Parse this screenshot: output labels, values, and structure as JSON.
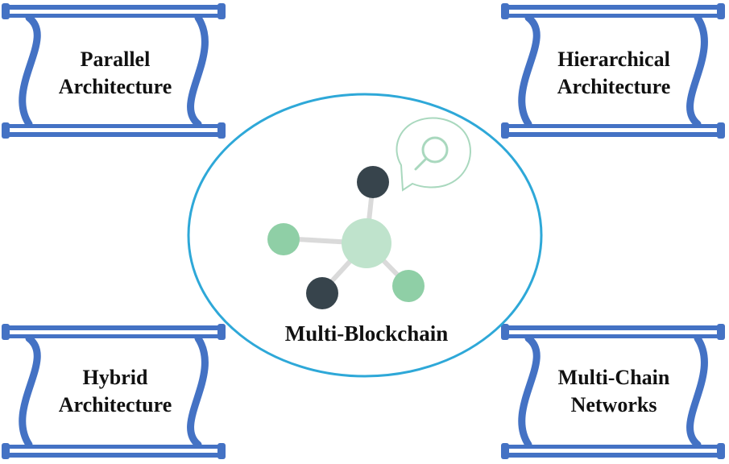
{
  "center": {
    "label": "Multi-Blockchain"
  },
  "scrolls": [
    {
      "line1": "Parallel",
      "line2": "Architecture"
    },
    {
      "line1": "Hierarchical",
      "line2": "Architecture"
    },
    {
      "line1": "Hybrid",
      "line2": "Architecture"
    },
    {
      "line1": "Multi-Chain",
      "line2": "Networks"
    }
  ],
  "colors": {
    "scroll_blue": "#4472C4",
    "ellipse_stroke": "#2EA8D8",
    "node_dark": "#37444C",
    "node_green": "#8FCFA6",
    "node_center": "#BFE3CC",
    "connector": "#DADADA",
    "bubble": "#A9D8BE"
  },
  "icons": {
    "network": "network-nodes-icon",
    "search_bubble": "search-bubble-icon"
  }
}
